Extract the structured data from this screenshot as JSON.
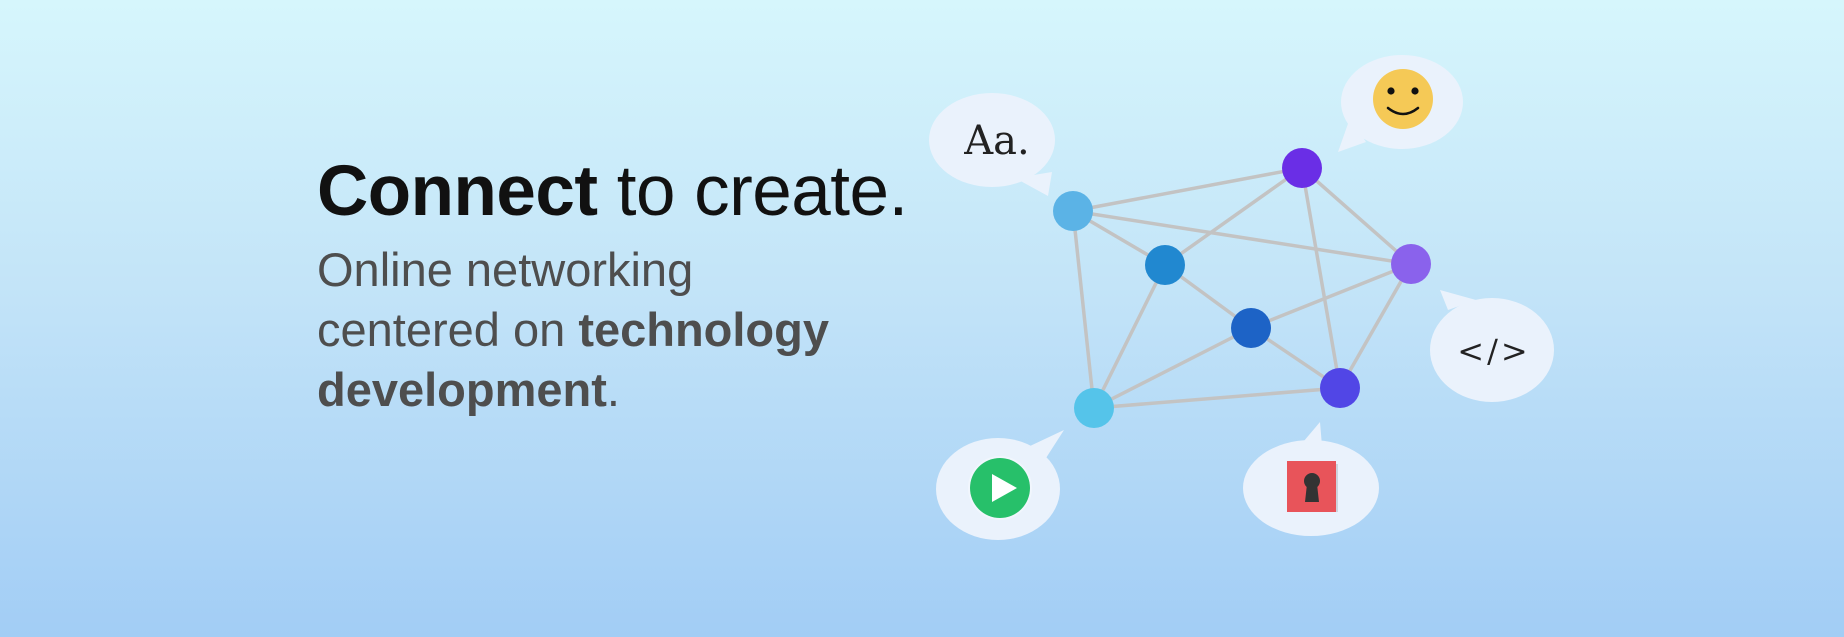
{
  "headline": {
    "bold": "Connect",
    "rest": " to create."
  },
  "tagline": {
    "line1": "Online networking",
    "line2_plain": "centered on ",
    "line2_bold": "technology",
    "line3_bold": "development",
    "line3_end": "."
  },
  "bubbles": {
    "typography": {
      "text": "Aa.",
      "icon": "typography-icon"
    },
    "smiley": {
      "icon": "smiley-face-icon",
      "color": "#f5c956"
    },
    "code": {
      "text": "</>",
      "icon": "code-brackets-icon"
    },
    "play": {
      "icon": "play-button-icon",
      "color": "#27c06a"
    },
    "lock": {
      "icon": "keyhole-lock-icon",
      "color": "#e8545a"
    }
  },
  "colors": {
    "node_light_blue": "#5bb3e6",
    "node_sky": "#55c4ea",
    "node_blue": "#2188d0",
    "node_dark_blue": "#1d63c6",
    "node_indigo": "#5146e6",
    "node_violet": "#6a2ee6",
    "node_purple": "#8a62ec",
    "edge": "#c3c3c3"
  }
}
